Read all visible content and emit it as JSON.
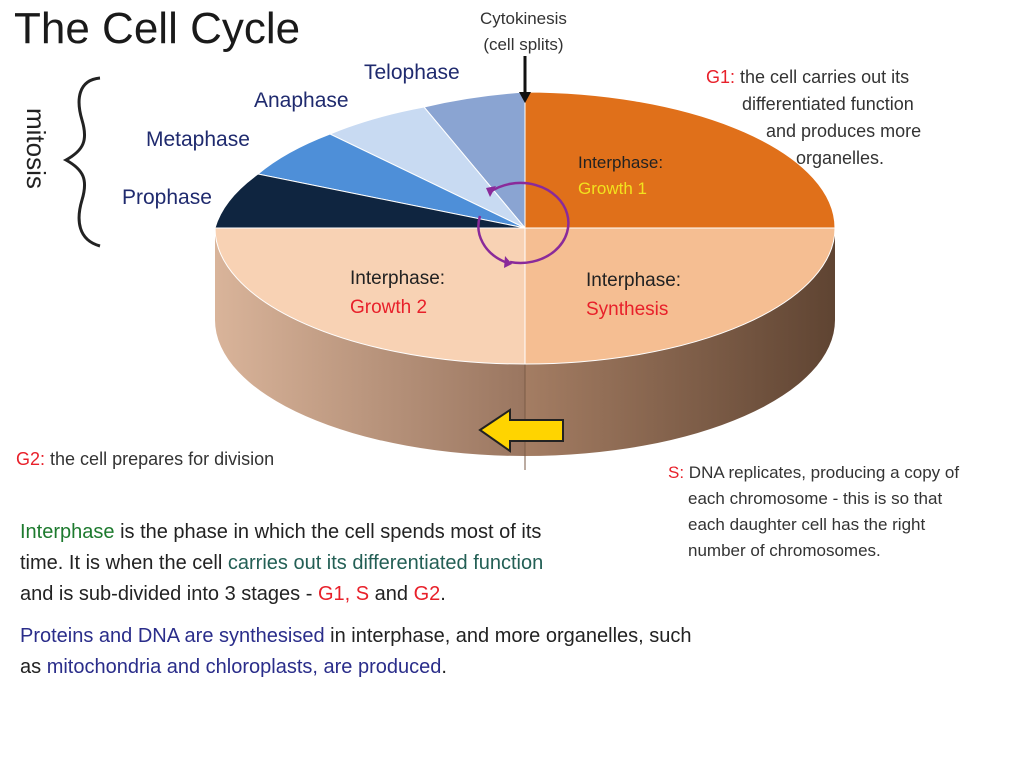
{
  "title": "The Cell Cycle",
  "cytokinesis": {
    "line1": "Cytokinesis",
    "line2": "(cell splits)"
  },
  "mitosis": {
    "label": "mitosis",
    "phases": [
      "Prophase",
      "Metaphase",
      "Anaphase",
      "Telophase"
    ]
  },
  "pie": {
    "g1": {
      "line1": "Interphase:",
      "line2": "Growth 1"
    },
    "s": {
      "line1": "Interphase:",
      "line2": "Synthesis"
    },
    "g2": {
      "line1": "Interphase:",
      "line2": "Growth 2"
    }
  },
  "notes": {
    "g1": {
      "tag": "G1:",
      "l1": "the cell carries out its",
      "l2": "differentiated function",
      "l3": "and produces more",
      "l4": "organelles."
    },
    "g2": {
      "tag": "G2:",
      "text": "the cell prepares for division"
    },
    "s": {
      "tag": "S:",
      "l1": "DNA replicates, producing a copy of",
      "l2": "each chromosome - this is so that",
      "l3": "each daughter cell has the right",
      "l4": "number of chromosomes."
    }
  },
  "para1": {
    "a": "Interphase",
    "b": " is the phase in which the cell spends most of its",
    "c": "time. It is when the cell ",
    "d": "carries out its differentiated function",
    "e": "and is sub-divided into 3 stages - ",
    "f": "G1, S",
    "g": " and ",
    "h": "G2",
    "i": "."
  },
  "para2": {
    "a": "Proteins and DNA are synthesised",
    "b": " in interphase, and more organelles, such",
    "c": "as ",
    "d": "mitochondria and chloroplasts, are produced",
    "e": "."
  },
  "colors": {
    "g1": "#e0701a",
    "s": "#f5be92",
    "g2": "#f8d2b4",
    "prophase": "#0f2540",
    "metaphase": "#4e8fd8",
    "anaphase": "#c8daf2",
    "telophase": "#8aa4d2",
    "arrow": "#ffd400",
    "cycle_arrow": "#8a2a9a"
  }
}
